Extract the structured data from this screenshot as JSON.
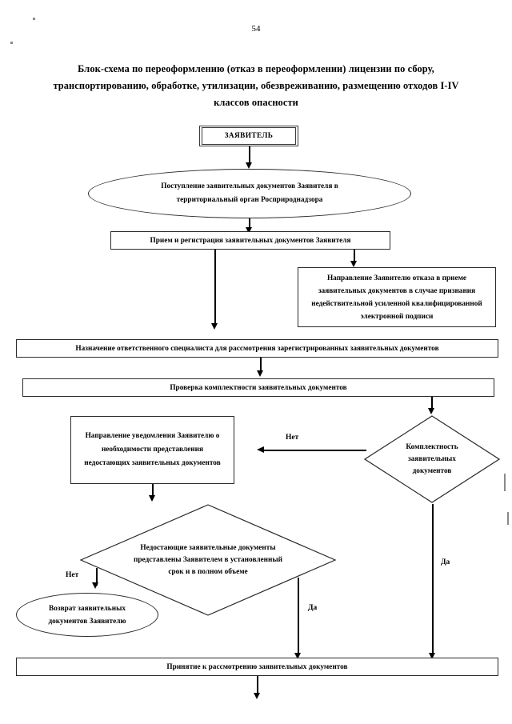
{
  "page": {
    "number": "54",
    "title": "Блок-схема по переоформлению (отказ в переоформлении) лицензии по сбору, транспортированию, обработке, утилизации, обезвреживанию, размещению отходов I-IV классов опасности"
  },
  "colors": {
    "ink": "#000000",
    "stroke": "#2b2b2b",
    "background": "#ffffff"
  },
  "nodes": {
    "applicant": "ЗАЯВИТЕЛЬ",
    "submission": "Поступление заявительных документов Заявителя  в территориальный орган Росприроднадзора",
    "registration": "Прием и регистрация заявительных документов Заявителя",
    "refusal_signature": "Направление Заявителю отказа в приеме заявительных документов в случае признания недействительной усиленной квалифицированной электронной подписи",
    "assign_specialist": "Назначение ответственного специалиста для рассмотрения зарегистрированных заявительных документов",
    "completeness_check": "Проверка комплектности заявительных документов",
    "notification": "Направление уведомления Заявителю о необходимости представления недостающих заявительных документов",
    "decision_completeness": "Комплектность заявительных документов",
    "decision_missing_docs": "Недостающие заявительные документы  представлены Заявителем в установленный срок и в полном объеме",
    "return_documents": "Возврат заявительных документов Заявителю",
    "acceptance": "Принятие к рассмотрению заявительных документов"
  },
  "edge_labels": {
    "no_completeness": "Нет",
    "no_missing": "Нет",
    "yes_missing": "Да",
    "yes_completeness": "Да"
  }
}
